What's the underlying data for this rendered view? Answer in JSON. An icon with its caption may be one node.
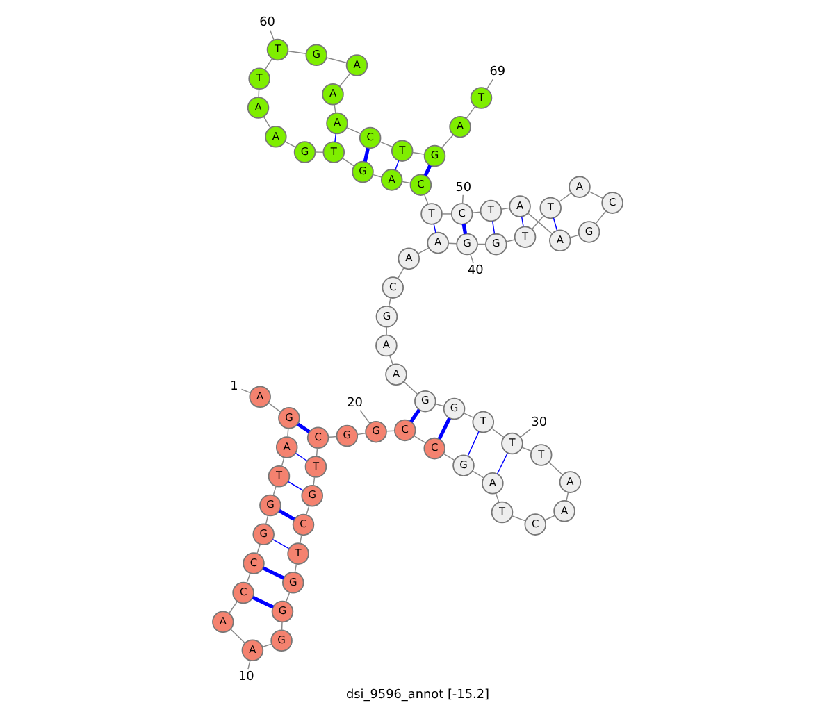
{
  "diagram": {
    "title": "dsi_9596_annot [-15.2]",
    "nodes": [
      {
        "text": [
          "A"
        ]
      },
      {
        "text": [
          "G"
        ]
      },
      {
        "text": [
          "A"
        ]
      },
      {
        "text": [
          "T"
        ]
      },
      {
        "text": [
          "G"
        ]
      },
      {
        "text": [
          "G"
        ]
      },
      {
        "text": [
          "C"
        ]
      },
      {
        "text": [
          "C"
        ]
      },
      {
        "text": [
          "A"
        ]
      },
      {
        "text": [
          "A"
        ]
      },
      {
        "text": [
          "G"
        ]
      },
      {
        "text": [
          "G"
        ]
      },
      {
        "text": [
          "G"
        ]
      },
      {
        "text": [
          "T"
        ]
      },
      {
        "text": [
          "C"
        ]
      },
      {
        "text": [
          "G"
        ]
      },
      {
        "text": [
          "T"
        ]
      },
      {
        "text": [
          "C"
        ]
      },
      {
        "text": [
          "G"
        ]
      },
      {
        "text": [
          "G"
        ]
      },
      {
        "text": [
          "C"
        ]
      },
      {
        "text": [
          "C"
        ]
      },
      {
        "text": [
          "G"
        ]
      },
      {
        "text": [
          "A"
        ]
      },
      {
        "text": [
          "T"
        ]
      },
      {
        "text": [
          "C"
        ]
      },
      {
        "text": [
          "A"
        ]
      },
      {
        "text": [
          "A"
        ]
      },
      {
        "text": [
          "T"
        ]
      },
      {
        "text": [
          "T"
        ]
      },
      {
        "text": [
          "T"
        ]
      },
      {
        "text": [
          "G"
        ]
      },
      {
        "text": [
          "G"
        ]
      },
      {
        "text": [
          "A"
        ]
      },
      {
        "text": [
          "A"
        ]
      },
      {
        "text": [
          "G"
        ]
      },
      {
        "text": [
          "C"
        ]
      },
      {
        "text": [
          "A"
        ]
      },
      {
        "text": [
          "A"
        ]
      },
      {
        "text": [
          "G"
        ]
      },
      {
        "text": [
          "G"
        ]
      },
      {
        "text": [
          "T"
        ]
      },
      {
        "text": [
          "T"
        ]
      },
      {
        "text": [
          "A"
        ]
      },
      {
        "text": [
          "C"
        ]
      },
      {
        "text": [
          "G"
        ]
      },
      {
        "text": [
          "A"
        ]
      },
      {
        "text": [
          "A"
        ]
      },
      {
        "text": [
          "T"
        ]
      },
      {
        "text": [
          "C"
        ]
      },
      {
        "text": [
          "T"
        ]
      },
      {
        "text": [
          "C"
        ]
      },
      {
        "text": [
          "A"
        ]
      },
      {
        "text": [
          "G"
        ]
      },
      {
        "text": [
          "T"
        ]
      },
      {
        "text": [
          "G"
        ]
      },
      {
        "text": [
          "A"
        ]
      },
      {
        "text": [
          "A"
        ]
      },
      {
        "text": [
          "T"
        ]
      },
      {
        "text": [
          "T"
        ]
      },
      {
        "text": [
          "G"
        ]
      },
      {
        "text": [
          "A"
        ]
      },
      {
        "text": [
          "A"
        ]
      },
      {
        "text": [
          "A"
        ]
      },
      {
        "text": [
          "C"
        ]
      },
      {
        "text": [
          "T"
        ]
      },
      {
        "text": [
          "G"
        ]
      },
      {
        "text": [
          "A"
        ]
      },
      {
        "text": [
          "T"
        ]
      },
      {
        "text": [
          "1"
        ]
      },
      {
        "text": [
          "10"
        ]
      },
      {
        "text": [
          "20"
        ]
      },
      {
        "text": [
          "30"
        ]
      },
      {
        "text": [
          "40"
        ]
      },
      {
        "text": [
          "50"
        ]
      },
      {
        "text": [
          "60"
        ]
      },
      {
        "text": [
          "69"
        ]
      }
    ],
    "edges": [
      {
        "from": 0,
        "to": 1,
        "arrow": "none"
      },
      {
        "from": 1,
        "to": 2,
        "arrow": "none"
      },
      {
        "from": 2,
        "to": 3,
        "arrow": "none"
      },
      {
        "from": 3,
        "to": 4,
        "arrow": "none"
      },
      {
        "from": 4,
        "to": 5,
        "arrow": "none"
      },
      {
        "from": 5,
        "to": 6,
        "arrow": "none"
      },
      {
        "from": 6,
        "to": 7,
        "arrow": "none"
      },
      {
        "from": 7,
        "to": 8,
        "arrow": "none"
      },
      {
        "from": 8,
        "to": 9,
        "arrow": "none"
      },
      {
        "from": 9,
        "to": 10,
        "arrow": "none"
      },
      {
        "from": 10,
        "to": 11,
        "arrow": "none"
      },
      {
        "from": 11,
        "to": 12,
        "arrow": "none"
      },
      {
        "from": 12,
        "to": 13,
        "arrow": "none"
      },
      {
        "from": 13,
        "to": 14,
        "arrow": "none"
      },
      {
        "from": 14,
        "to": 15,
        "arrow": "none"
      },
      {
        "from": 15,
        "to": 16,
        "arrow": "none"
      },
      {
        "from": 16,
        "to": 17,
        "arrow": "none"
      },
      {
        "from": 17,
        "to": 18,
        "arrow": "none"
      },
      {
        "from": 18,
        "to": 19,
        "arrow": "none"
      },
      {
        "from": 19,
        "to": 20,
        "arrow": "none"
      },
      {
        "from": 20,
        "to": 21,
        "arrow": "none"
      },
      {
        "from": 21,
        "to": 22,
        "arrow": "none"
      },
      {
        "from": 22,
        "to": 23,
        "arrow": "none"
      },
      {
        "from": 23,
        "to": 24,
        "arrow": "none"
      },
      {
        "from": 24,
        "to": 25,
        "arrow": "none"
      },
      {
        "from": 25,
        "to": 26,
        "arrow": "none"
      },
      {
        "from": 26,
        "to": 27,
        "arrow": "none"
      },
      {
        "from": 27,
        "to": 28,
        "arrow": "none"
      },
      {
        "from": 28,
        "to": 29,
        "arrow": "none"
      },
      {
        "from": 29,
        "to": 30,
        "arrow": "none"
      },
      {
        "from": 30,
        "to": 31,
        "arrow": "none"
      },
      {
        "from": 31,
        "to": 32,
        "arrow": "none"
      },
      {
        "from": 32,
        "to": 33,
        "arrow": "none"
      },
      {
        "from": 33,
        "to": 34,
        "arrow": "none"
      },
      {
        "from": 34,
        "to": 35,
        "arrow": "none"
      },
      {
        "from": 35,
        "to": 36,
        "arrow": "none"
      },
      {
        "from": 36,
        "to": 37,
        "arrow": "none"
      },
      {
        "from": 37,
        "to": 38,
        "arrow": "none"
      },
      {
        "from": 38,
        "to": 39,
        "arrow": "none"
      },
      {
        "from": 39,
        "to": 40,
        "arrow": "none"
      },
      {
        "from": 40,
        "to": 41,
        "arrow": "none"
      },
      {
        "from": 41,
        "to": 42,
        "arrow": "none"
      },
      {
        "from": 42,
        "to": 43,
        "arrow": "none"
      },
      {
        "from": 43,
        "to": 44,
        "arrow": "none"
      },
      {
        "from": 44,
        "to": 45,
        "arrow": "none"
      },
      {
        "from": 45,
        "to": 46,
        "arrow": "none"
      },
      {
        "from": 46,
        "to": 47,
        "arrow": "none"
      },
      {
        "from": 47,
        "to": 48,
        "arrow": "none"
      },
      {
        "from": 48,
        "to": 49,
        "arrow": "none"
      },
      {
        "from": 49,
        "to": 50,
        "arrow": "none"
      },
      {
        "from": 50,
        "to": 51,
        "arrow": "none"
      },
      {
        "from": 51,
        "to": 52,
        "arrow": "none"
      },
      {
        "from": 52,
        "to": 53,
        "arrow": "none"
      },
      {
        "from": 53,
        "to": 54,
        "arrow": "none"
      },
      {
        "from": 54,
        "to": 55,
        "arrow": "none"
      },
      {
        "from": 55,
        "to": 56,
        "arrow": "none"
      },
      {
        "from": 56,
        "to": 57,
        "arrow": "none"
      },
      {
        "from": 57,
        "to": 58,
        "arrow": "none"
      },
      {
        "from": 58,
        "to": 59,
        "arrow": "none"
      },
      {
        "from": 59,
        "to": 60,
        "arrow": "none"
      },
      {
        "from": 60,
        "to": 61,
        "arrow": "none"
      },
      {
        "from": 61,
        "to": 62,
        "arrow": "none"
      },
      {
        "from": 62,
        "to": 63,
        "arrow": "none"
      },
      {
        "from": 63,
        "to": 64,
        "arrow": "none"
      },
      {
        "from": 64,
        "to": 65,
        "arrow": "none"
      },
      {
        "from": 65,
        "to": 66,
        "arrow": "none"
      },
      {
        "from": 66,
        "to": 67,
        "arrow": "none"
      },
      {
        "from": 67,
        "to": 68,
        "arrow": "none"
      },
      {
        "from": 1,
        "to": 17,
        "arrow": "none",
        "style": "thick",
        "color": "#0000ff"
      },
      {
        "from": 2,
        "to": 16,
        "arrow": "none",
        "color": "#0000ff"
      },
      {
        "from": 3,
        "to": 15,
        "arrow": "none",
        "color": "#0000ff"
      },
      {
        "from": 4,
        "to": 14,
        "arrow": "none",
        "style": "thick",
        "color": "#0000ff"
      },
      {
        "from": 5,
        "to": 13,
        "arrow": "none",
        "color": "#0000ff"
      },
      {
        "from": 6,
        "to": 12,
        "arrow": "none",
        "style": "thick",
        "color": "#0000ff"
      },
      {
        "from": 7,
        "to": 11,
        "arrow": "none",
        "style": "thick",
        "color": "#0000ff"
      },
      {
        "from": 20,
        "to": 32,
        "arrow": "none",
        "style": "thick",
        "color": "#0000ff"
      },
      {
        "from": 21,
        "to": 31,
        "arrow": "none",
        "style": "thick",
        "color": "#0000ff"
      },
      {
        "from": 22,
        "to": 30,
        "arrow": "none",
        "color": "#0000ff"
      },
      {
        "from": 23,
        "to": 29,
        "arrow": "none",
        "color": "#0000ff"
      },
      {
        "from": 38,
        "to": 50,
        "arrow": "none",
        "color": "#0000ff"
      },
      {
        "from": 39,
        "to": 49,
        "arrow": "none",
        "style": "thick",
        "color": "#0000ff"
      },
      {
        "from": 40,
        "to": 48,
        "arrow": "none",
        "color": "#0000ff"
      },
      {
        "from": 41,
        "to": 47,
        "arrow": "none",
        "color": "#0000ff"
      },
      {
        "from": 42,
        "to": 46,
        "arrow": "none",
        "color": "#0000ff"
      },
      {
        "from": 51,
        "to": 66,
        "arrow": "none",
        "style": "thick",
        "color": "#0000ff"
      },
      {
        "from": 52,
        "to": 65,
        "arrow": "none",
        "color": "#0000ff"
      },
      {
        "from": 53,
        "to": 64,
        "arrow": "none",
        "style": "thick",
        "color": "#0000ff"
      },
      {
        "from": 54,
        "to": 63,
        "arrow": "none",
        "color": "#0000ff"
      },
      {
        "from": 69,
        "to": 0,
        "arrow": "none"
      },
      {
        "from": 70,
        "to": 9,
        "arrow": "none"
      },
      {
        "from": 71,
        "to": 19,
        "arrow": "none"
      },
      {
        "from": 72,
        "to": 29,
        "arrow": "none"
      },
      {
        "from": 73,
        "to": 39,
        "arrow": "none"
      },
      {
        "from": 74,
        "to": 49,
        "arrow": "none"
      },
      {
        "from": 75,
        "to": 59,
        "arrow": "none"
      },
      {
        "from": 76,
        "to": 68,
        "arrow": "none"
      }
    ]
  }
}
